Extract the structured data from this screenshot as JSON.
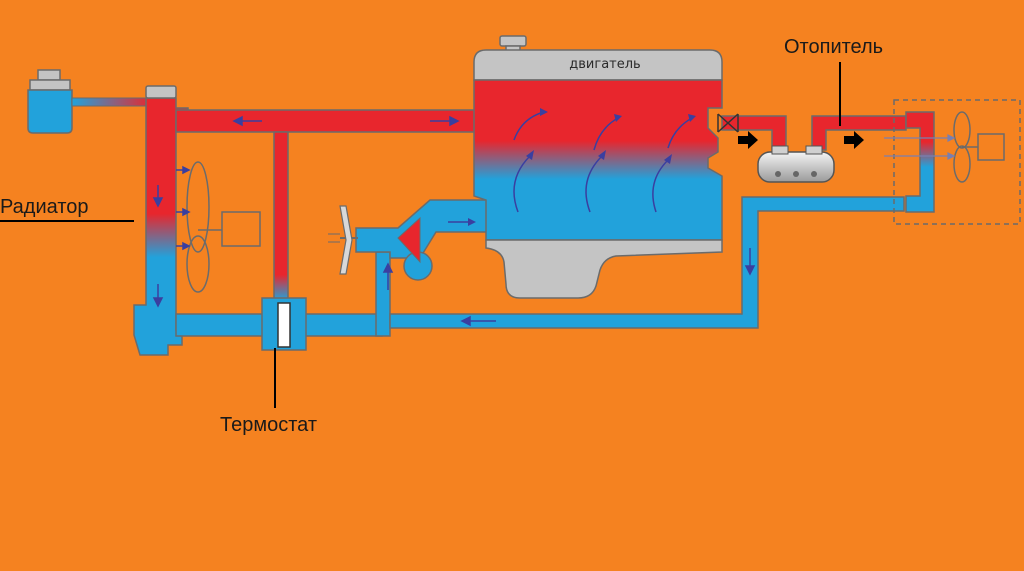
{
  "labels": {
    "heater": "Отопитель",
    "radiator": "Радиатор",
    "thermostat": "Термостат",
    "engine": "двигатель"
  },
  "colors": {
    "background": "#f58220",
    "hot": "#e8262d",
    "cold": "#22a2db",
    "outline": "#6b6b6b",
    "engine_body": "#c4c4c4",
    "arrow": "#3a3fa0",
    "pointer": "#000000"
  }
}
